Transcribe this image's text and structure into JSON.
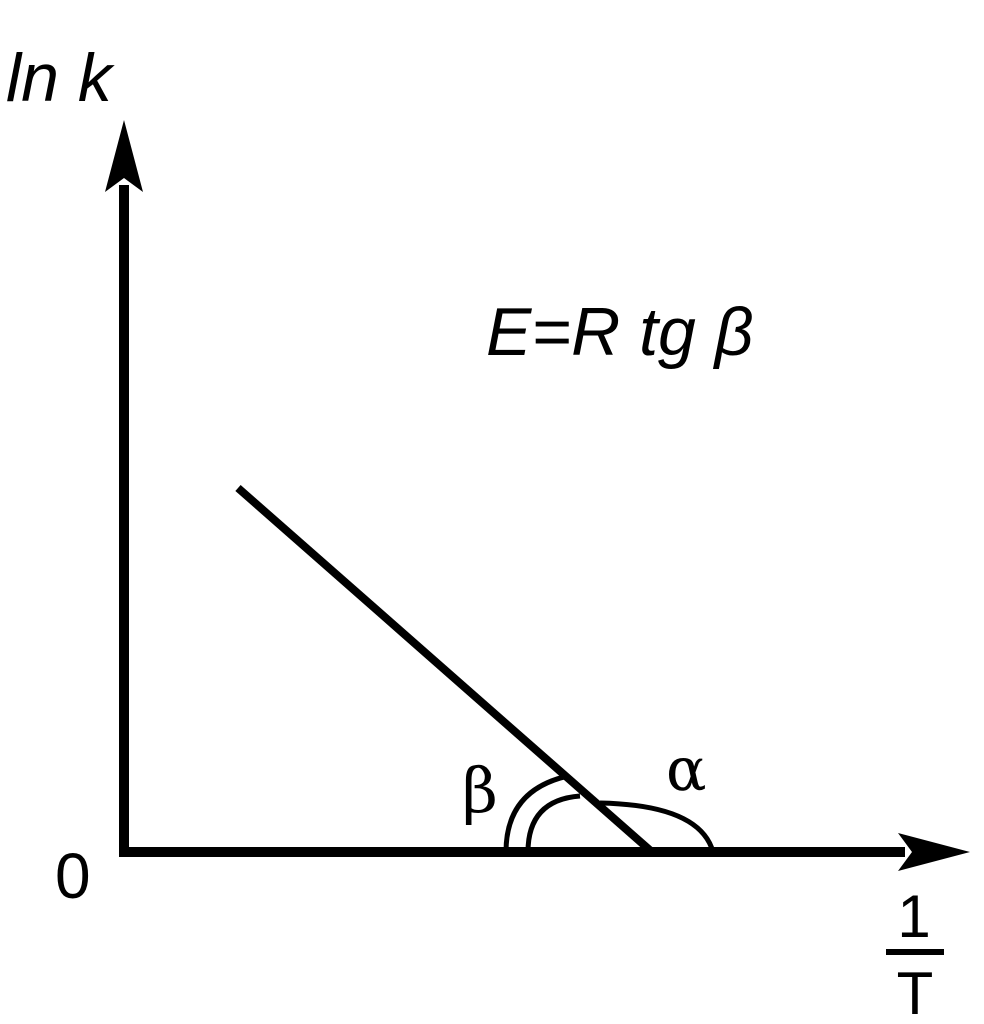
{
  "diagram": {
    "y_axis_label": "ln k",
    "x_axis_label_numerator": "1",
    "x_axis_label_denominator": "T",
    "origin_label": "0",
    "equation": "E=R tg β",
    "angle_beta_label": "β",
    "angle_alpha_label": "α",
    "colors": {
      "ink": "#000000",
      "background": "#ffffff"
    }
  }
}
